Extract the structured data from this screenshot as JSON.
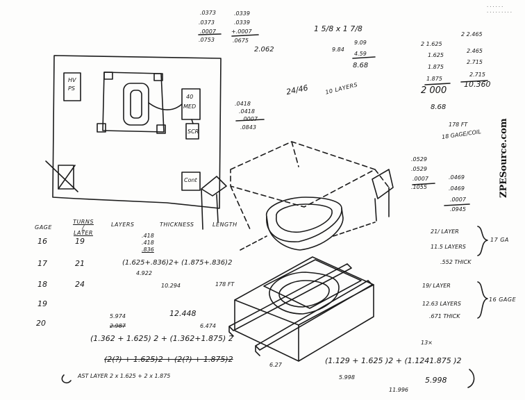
{
  "watermark": "ZPESource.com",
  "corner_mark": "...... .........",
  "top_sums": {
    "col1": [
      ".0373",
      ".0373",
      ".0007",
      ".0753"
    ],
    "col2": [
      ".0339",
      ".0339",
      "+.0007",
      ".0675"
    ],
    "col2_total": "2.062",
    "frac": "1 5/8 x 1 7/8",
    "col3": [
      "9.84",
      "9.09",
      "4.59",
      "8.68"
    ],
    "col4": [
      "2 1.625",
      "1.625",
      "1.875",
      "1.875",
      "2 000"
    ],
    "col5": [
      "2 2.465",
      "2.465",
      "2.715",
      "2.715",
      "10.360"
    ],
    "result_868": "8.68"
  },
  "mid_notes": {
    "twentyfour": "24/46",
    "ten_layers": "10 LAYERS",
    "stack1": [
      ".0418",
      ".0418",
      ".0007",
      ".0843"
    ],
    "ft178": "178 FT",
    "gage18": "18 GAGE/COIL",
    "stack2": [
      ".0529",
      ".0529",
      ".0007",
      ".1055"
    ],
    "stack3": [
      ".0469",
      ".0469",
      ".0007",
      ".0945"
    ]
  },
  "labels": {
    "box_hv": "HV",
    "box_ps": "PS",
    "box_40": "40",
    "box_med": "MED",
    "box_scr": "SCR",
    "box_cont": "Cont"
  },
  "table": {
    "headers": [
      "GAGE",
      "TURNS / LAYER",
      "LAYERS",
      "THICKNESS",
      "LENGTH"
    ],
    "gages": [
      "16",
      "17",
      "18",
      "19",
      "20"
    ],
    "turns": [
      "19",
      "21",
      "24"
    ],
    "thick1": [
      ".418",
      ".418",
      ".836"
    ],
    "formula1": "(1.625+.836)2+ (1.875+.836)2",
    "val_4922": "4.922",
    "val_10294": "10.294",
    "val_178ft": "178 FT",
    "val_12448": "12.448",
    "val_5974": "5.974",
    "val_2987": "2.987",
    "val_6474": "6.474",
    "formula2": "(1.362 + 1.625) 2 + (1.362+1.875) 2",
    "formula3_struck": "(2(?) + 1.625)2 + (2(?) + 1.875)2",
    "val_627": "6.27",
    "ast_layer": "AST LAYER  2 x 1.625 + 2 x 1.875"
  },
  "right_notes": {
    "l17a": "21/ LAYER",
    "l17b": "11.5 LAYERS",
    "l17c": ".552 THICK",
    "g17": "17 GA",
    "l16a": "19/ LAYER",
    "l16b": "12.63 LAYERS",
    "l16c": ".671 THICK",
    "g16": "16 GAGE",
    "thirteen": "13×",
    "formula4": "(1.129 + 1.625 )2 + (1.1241.875 )2",
    "val_5998a": "5.998",
    "val_5998b": "5.998",
    "val_11": "11.996"
  }
}
